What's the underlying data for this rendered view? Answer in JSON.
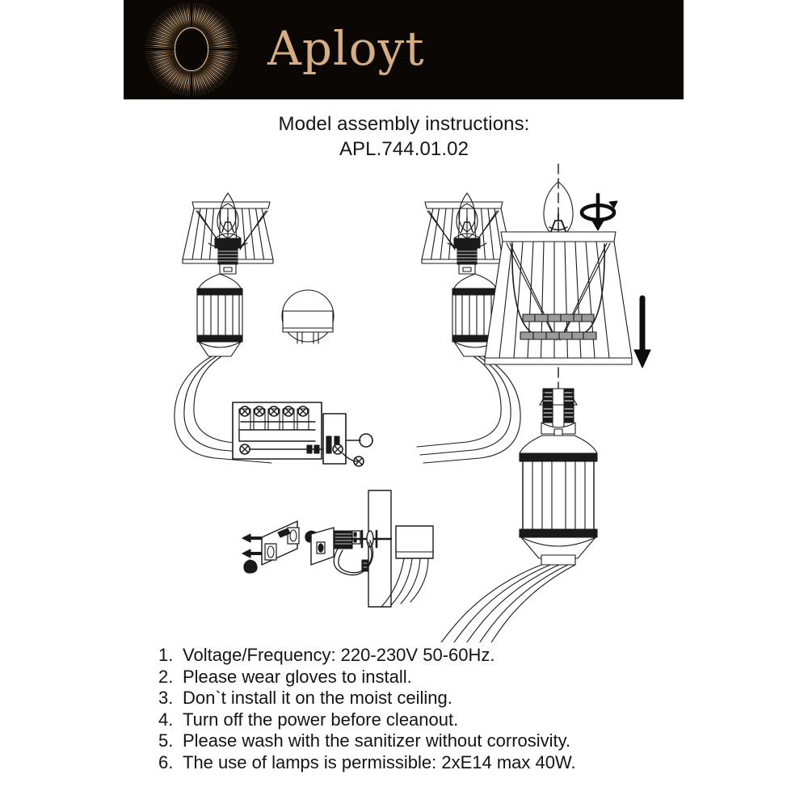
{
  "brand": {
    "name": "Aployt",
    "logo_icon": "sunburst-logo-icon",
    "rays_icon": "radiating-rays-icon",
    "banner_bg": "#0a0705",
    "gold": "#d6ad81",
    "gold_dark": "#b7accb"
  },
  "title": {
    "line1": "Model assembly instructions:",
    "line2": "APL.744.01.02"
  },
  "diagram": {
    "alt": "Two-arm wall sconce assembly diagram",
    "parts": {
      "assembled_fixture": "two-arm-wall-sconce",
      "shade_detail": "lamp-shade-with-candle-bulb",
      "socket_detail": "lamp-socket-and-arm",
      "terminal_block": "wiring-terminal-block",
      "mounting_bracket": "wall-mounting-bracket"
    },
    "symbols": {
      "rotate": "rotate-screw-in-icon",
      "insert": "down-arrow-icon"
    }
  },
  "notes": [
    {
      "num": "1.",
      "text": "Voltage/Frequency: 220-230V 50-60Hz."
    },
    {
      "num": "2.",
      "text": "Please wear gloves to install."
    },
    {
      "num": "3.",
      "text": "Don`t install it on the moist ceiling."
    },
    {
      "num": "4.",
      "text": "Turn off the power before cleanout."
    },
    {
      "num": "5.",
      "text": "Please wash with the sanitizer without corrosivity."
    },
    {
      "num": "6.",
      "text": "The use of lamps is permissible: 2xE14 max 40W."
    }
  ]
}
